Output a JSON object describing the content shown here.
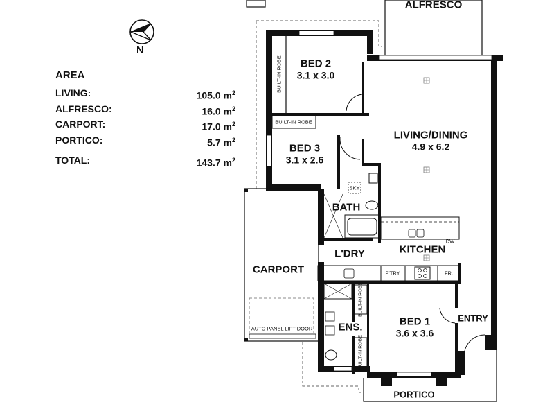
{
  "compass": {
    "label": "N"
  },
  "area": {
    "heading": "AREA",
    "rows": [
      {
        "label": "LIVING:",
        "value": "105.0 m",
        "unit_sup": "2"
      },
      {
        "label": "ALFRESCO:",
        "value": "16.0 m",
        "unit_sup": "2"
      },
      {
        "label": "CARPORT:",
        "value": "17.0 m",
        "unit_sup": "2"
      },
      {
        "label": "PORTICO:",
        "value": "5.7 m",
        "unit_sup": "2"
      }
    ],
    "total": {
      "label": "TOTAL:",
      "value": "143.7 m",
      "unit_sup": "2"
    }
  },
  "rooms": {
    "alfresco": {
      "name": "ALFRESCO"
    },
    "bed2": {
      "name": "BED 2",
      "dim": "3.1 x 3.0"
    },
    "bed3": {
      "name": "BED 3",
      "dim": "3.1 x 2.6"
    },
    "living": {
      "name": "LIVING/DINING",
      "dim": "4.9 x 6.2"
    },
    "bath": {
      "name": "BATH"
    },
    "laundry": {
      "name": "L'DRY"
    },
    "kitchen": {
      "name": "KITCHEN"
    },
    "carport": {
      "name": "CARPORT"
    },
    "ensuite": {
      "name": "ENS."
    },
    "bed1": {
      "name": "BED 1",
      "dim": "3.6 x 3.6"
    },
    "entry": {
      "name": "ENTRY"
    },
    "portico": {
      "name": "PORTICO"
    }
  },
  "fixtures": {
    "robe_bed2": "BUILT-IN ROBE",
    "robe_bed3": "BUILT-IN ROBE",
    "robe_bed1_top": "BUILT-IN ROBE",
    "robe_bed1_bottom": "BUILT-IN ROBE",
    "skylight": "SKY",
    "dishwasher": "DW",
    "pantry": "P'TRY",
    "fridge": "FR.",
    "garage_door": "AUTO PANEL LIFT DOOR"
  }
}
